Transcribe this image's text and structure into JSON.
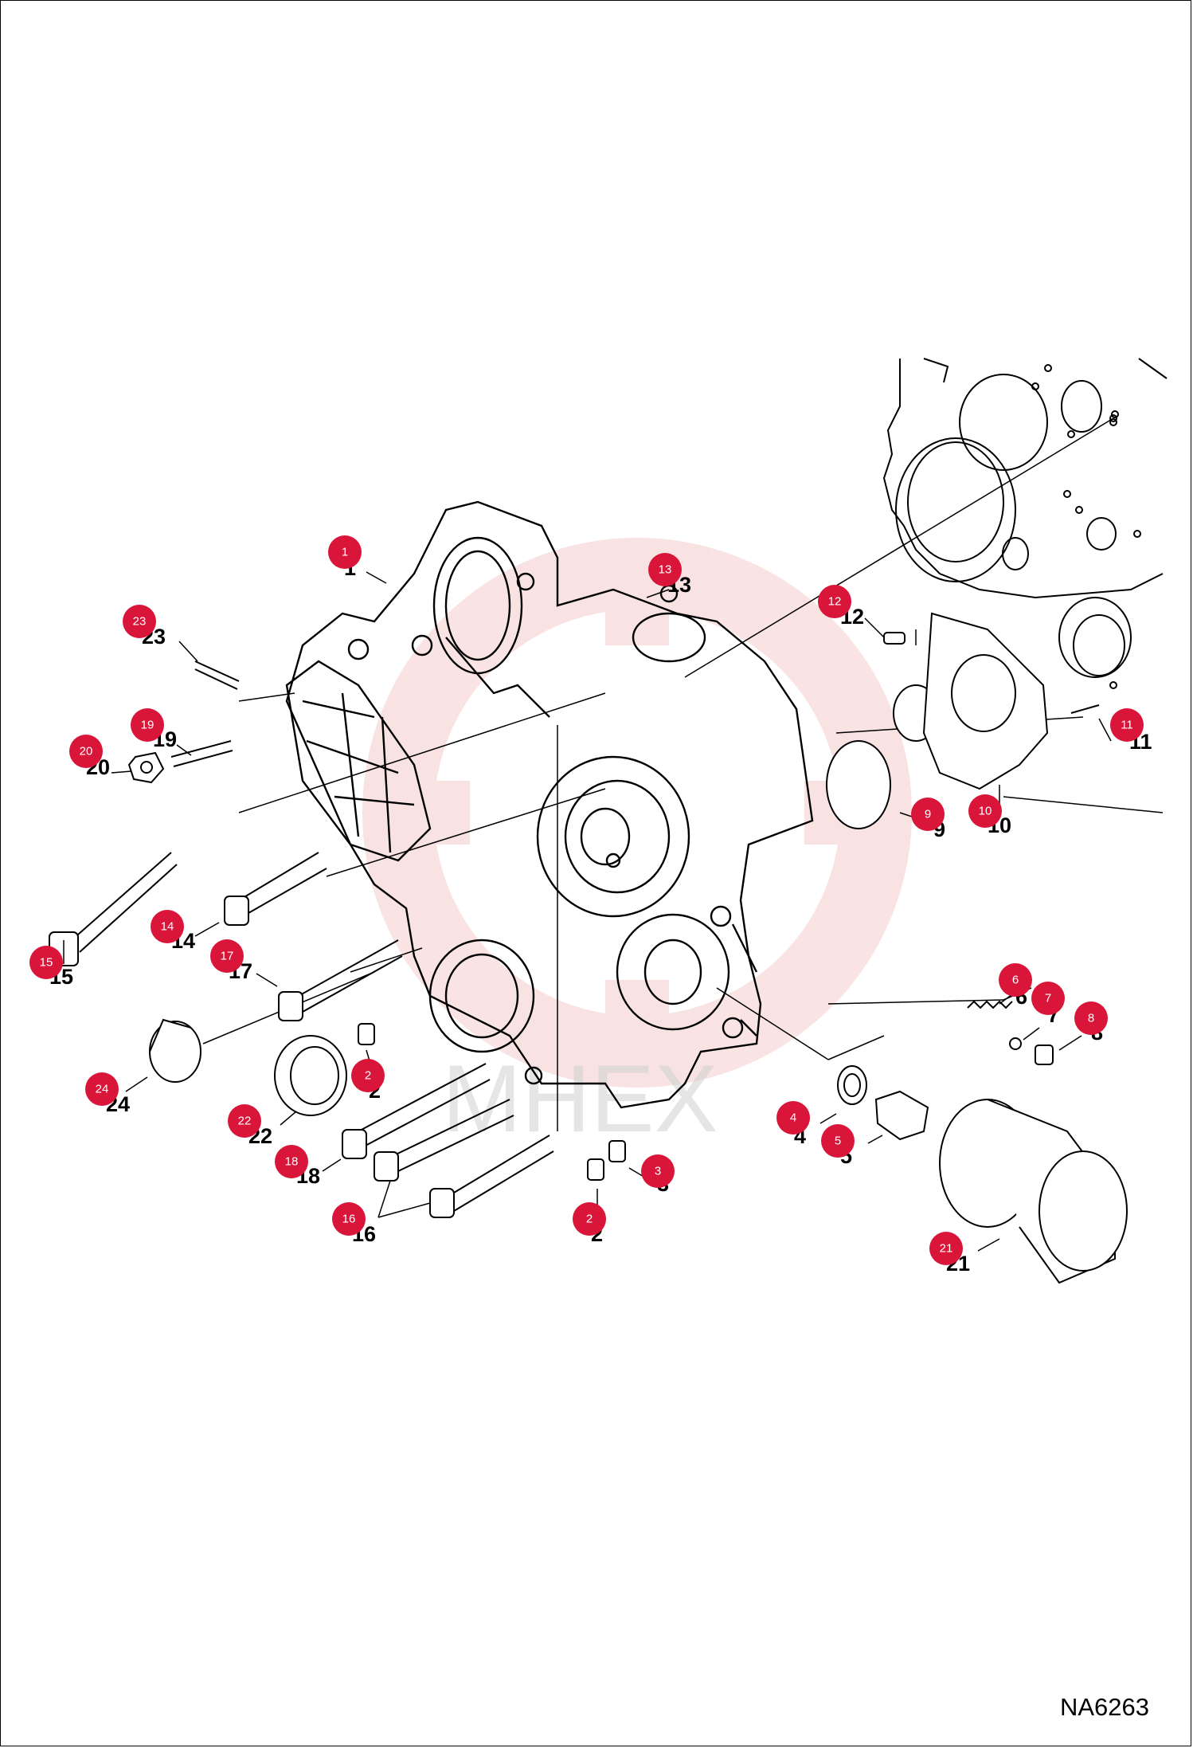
{
  "figure": {
    "reference_code": "NA6263",
    "watermark_text": "MHEX"
  },
  "callouts": [
    {
      "n": "1",
      "label": "1"
    },
    {
      "n": "2",
      "label": "2"
    },
    {
      "n": "3",
      "label": "3"
    },
    {
      "n": "4",
      "label": "4"
    },
    {
      "n": "5",
      "label": "5"
    },
    {
      "n": "6",
      "label": "6"
    },
    {
      "n": "7",
      "label": "7"
    },
    {
      "n": "8",
      "label": "8"
    },
    {
      "n": "9",
      "label": "9"
    },
    {
      "n": "10",
      "label": "10"
    },
    {
      "n": "11",
      "label": "11"
    },
    {
      "n": "12",
      "label": "12"
    },
    {
      "n": "13",
      "label": "13"
    },
    {
      "n": "14",
      "label": "14"
    },
    {
      "n": "15",
      "label": "15"
    },
    {
      "n": "16",
      "label": "16"
    },
    {
      "n": "17",
      "label": "17"
    },
    {
      "n": "18",
      "label": "18"
    },
    {
      "n": "19",
      "label": "19"
    },
    {
      "n": "20",
      "label": "20"
    },
    {
      "n": "21",
      "label": "21"
    },
    {
      "n": "22",
      "label": "22"
    },
    {
      "n": "23",
      "label": "23"
    },
    {
      "n": "24",
      "label": "24"
    }
  ],
  "colors": {
    "hotspot": "#d9163a",
    "line": "#000000",
    "logo_tint": "#f3c7c7"
  }
}
